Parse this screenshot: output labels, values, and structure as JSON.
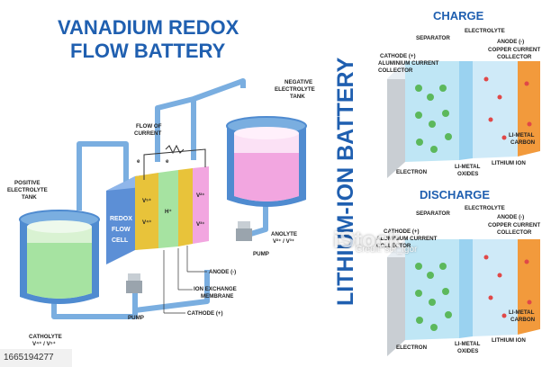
{
  "vanadium": {
    "title_line1": "VANADIUM REDOX",
    "title_line2": "FLOW BATTERY",
    "labels": {
      "flow_of_current_1": "FLOW OF",
      "flow_of_current_2": "CURRENT",
      "negative_tank_1": "NEGATIVE",
      "negative_tank_2": "ELECTROLYTE",
      "negative_tank_3": "TANK",
      "positive_tank_1": "POSITIVE",
      "positive_tank_2": "ELECTROLYTE",
      "positive_tank_3": "TANK",
      "pump_left": "PUMP",
      "pump_right": "PUMP",
      "anode": "ANODE (-)",
      "membrane_1": "ION EXCHANGE",
      "membrane_2": "MEMBRANE",
      "cathode": "CATHODE (+)",
      "catholyte_1": "CATHOLYTE",
      "catholyte_2": "V⁴⁺ / V⁵⁺",
      "anolyte_1": "ANOLYTE",
      "anolyte_2": "V²⁺ / V³⁺",
      "cell_line1": "REDOX",
      "cell_line2": "FLOW",
      "cell_line3": "CELL",
      "electron_symbol": "e",
      "hplus": "H⁺",
      "v5": "V⁵⁺",
      "v4": "V⁴⁺",
      "v2": "V²⁺",
      "v3": "V³⁺"
    }
  },
  "lithium": {
    "vertical_title": "LITHIUM-ION BATTERY",
    "charge": {
      "title": "CHARGE",
      "separator": "SEPARATOR",
      "electrolyte": "ELECTROLYTE",
      "cathode_1": "CATHODE (+)",
      "cathode_2": "ALUMINIUM CURRENT",
      "cathode_3": "COLLECTOR",
      "anode": "ANODE (-)",
      "copper_1": "COPPER CURRENT",
      "copper_2": "COLLECTOR",
      "limetal_carbon_1": "LI-METAL",
      "limetal_carbon_2": "CARBON",
      "lithium_ion": "LITHIUM ION",
      "electron": "ELECTRON",
      "limetal_oxides_1": "LI-METAL",
      "limetal_oxides_2": "OXIDES"
    },
    "discharge": {
      "title": "DISCHARGE",
      "separator": "SEPARATOR",
      "electrolyte": "ELECTROLYTE",
      "cathode_1": "CATHODE (+)",
      "cathode_2": "ALUMINIUM CURRENT",
      "cathode_3": "COLLECTOR",
      "anode": "ANODE (-)",
      "copper_1": "COPPER CURRENT",
      "copper_2": "COLLECTOR",
      "limetal_carbon_1": "LI-METAL",
      "limetal_carbon_2": "CARBON",
      "lithium_ion": "LITHIUM ION",
      "electron": "ELECTRON",
      "limetal_oxides_1": "LI-METAL",
      "limetal_oxides_2": "OXIDES"
    }
  },
  "stock": {
    "image_id": "1665194277",
    "watermark_brand": "iStock",
    "watermark_credit": "Credit: ser_igor"
  },
  "colors": {
    "title_blue": "#1f5fb0",
    "pipe_blue": "#7aaee0",
    "tank_green": "#a6e3a1",
    "tank_pink": "#f2a6e0",
    "cell_blue": "#5c8fd6",
    "electrode_yellow": "#e8c33a",
    "anode_orange": "#f29a3c",
    "separator_blue": "#9ad2f0"
  }
}
